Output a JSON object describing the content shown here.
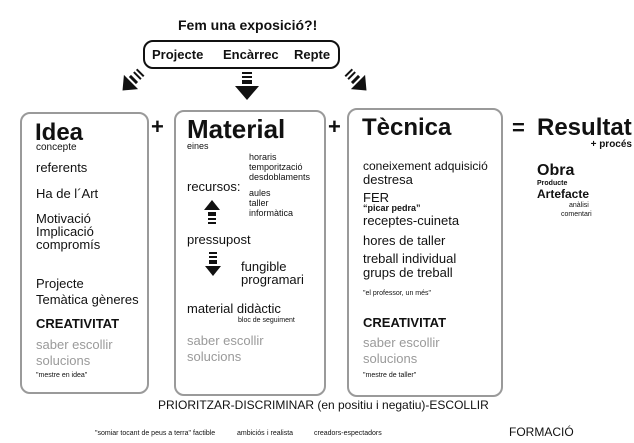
{
  "header": {
    "question": "Fem una exposició?!",
    "options": [
      "Projecte",
      "Encàrrec",
      "Repte"
    ]
  },
  "idea": {
    "title": "Idea",
    "items": [
      "concepte",
      "referents",
      "Ha de l´Art",
      "Motivació",
      "Implicació",
      "compromís",
      "Projecte",
      "Temàtica gèneres"
    ],
    "emphasis": "CREATIVITAT",
    "grey": [
      "saber escollir",
      "solucions"
    ],
    "quote": "\"mestre en idea\""
  },
  "plus": "+",
  "material": {
    "title": "Material",
    "eines": "eines",
    "recursos": "recursos:",
    "recursos_time": [
      "horaris",
      "temporització",
      "desdoblaments"
    ],
    "recursos_space": [
      "aules",
      "taller",
      "informàtica"
    ],
    "pressupost": "pressupost",
    "consumables": [
      "fungible",
      "programari"
    ],
    "didactic": "material didàctic",
    "didactic_sub": "bloc de seguiment",
    "grey": [
      "saber escollir",
      "solucions"
    ]
  },
  "tecnica": {
    "title": "Tècnica",
    "items": [
      "coneixement adquisició",
      "destresa",
      "FER"
    ],
    "bold_quote": "“picar pedra”",
    "items2": [
      "receptes-cuineta",
      "hores de taller",
      "treball individual",
      "grups de treball"
    ],
    "quote1": "\"el professor, un més\"",
    "emphasis": "CREATIVITAT",
    "grey": [
      "saber escollir",
      "solucions"
    ],
    "quote2": "\"mestre de taller\""
  },
  "resultat": {
    "equals": "=",
    "title": "Resultat",
    "process": "+ procés",
    "obra": "Obra",
    "producte": "Producte",
    "artefacte": "Artefacte",
    "sub": [
      "anàlisi",
      "comentari"
    ]
  },
  "footer": {
    "main": "PRIORITZAR-DISCRIMINAR (en positiu i negatiu)-ESCOLLIR",
    "notes": [
      "\"somiar tocant de peus a terra\"",
      "factible",
      "ambiciós",
      "i realista",
      "creadors-espectadors"
    ],
    "formacio": "FORMACIÓ"
  }
}
